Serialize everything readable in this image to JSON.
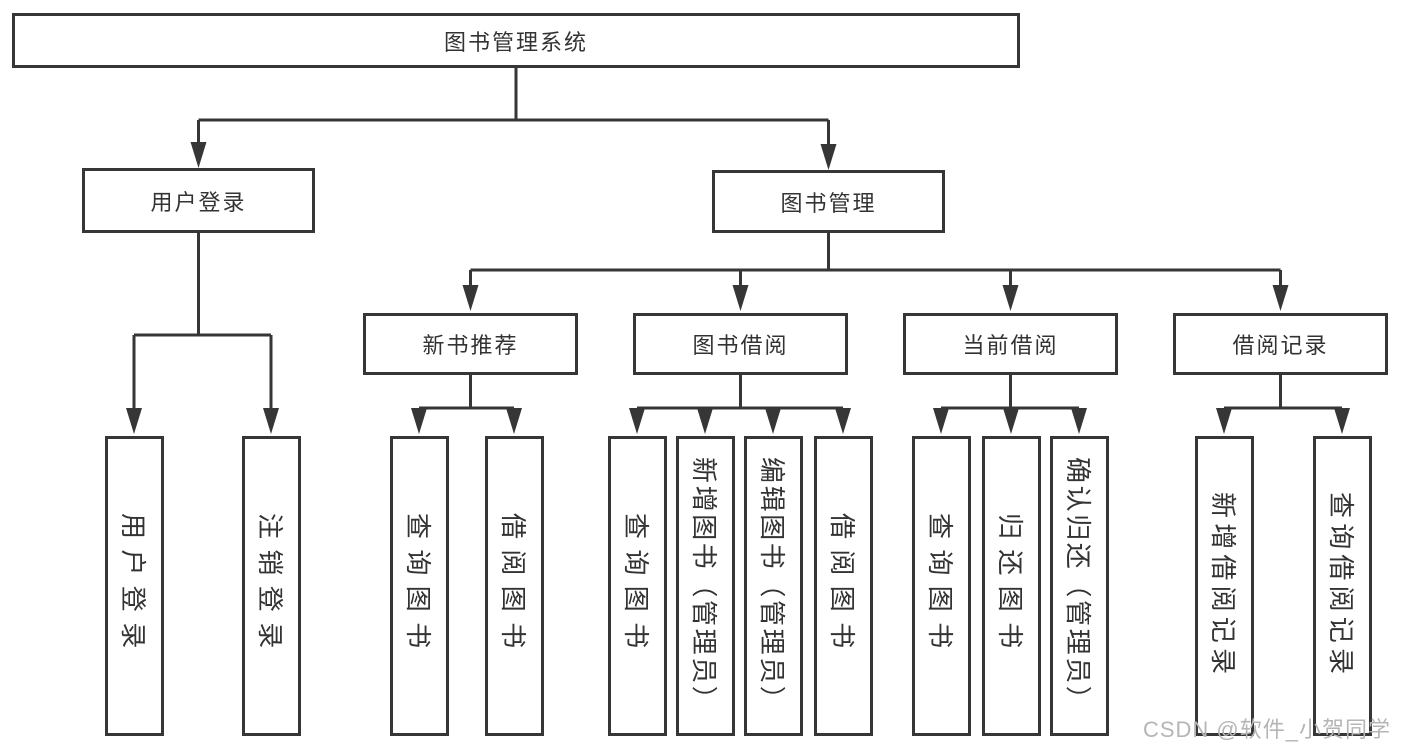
{
  "diagram": {
    "title": "图书管理系统",
    "branches": [
      {
        "label": "用户登录",
        "children": [
          "用户登录",
          "注销登录"
        ]
      },
      {
        "label": "图书管理",
        "children": [
          {
            "label": "新书推荐",
            "children": [
              "查询图书",
              "借阅图书"
            ]
          },
          {
            "label": "图书借阅",
            "children": [
              "查询图书",
              "新增图书（管理员）",
              "编辑图书（管理员）",
              "借阅图书"
            ]
          },
          {
            "label": "当前借阅",
            "children": [
              "查询图书",
              "归还图书",
              "确认归还（管理员）"
            ]
          },
          {
            "label": "借阅记录",
            "children": [
              "新增借阅记录",
              "查询借阅记录"
            ]
          }
        ]
      }
    ]
  },
  "watermark": "CSDN @软件_小贺同学",
  "colors": {
    "line": "#363636",
    "text": "#333333",
    "watermark": "#b5b5b5",
    "background": "#ffffff"
  }
}
